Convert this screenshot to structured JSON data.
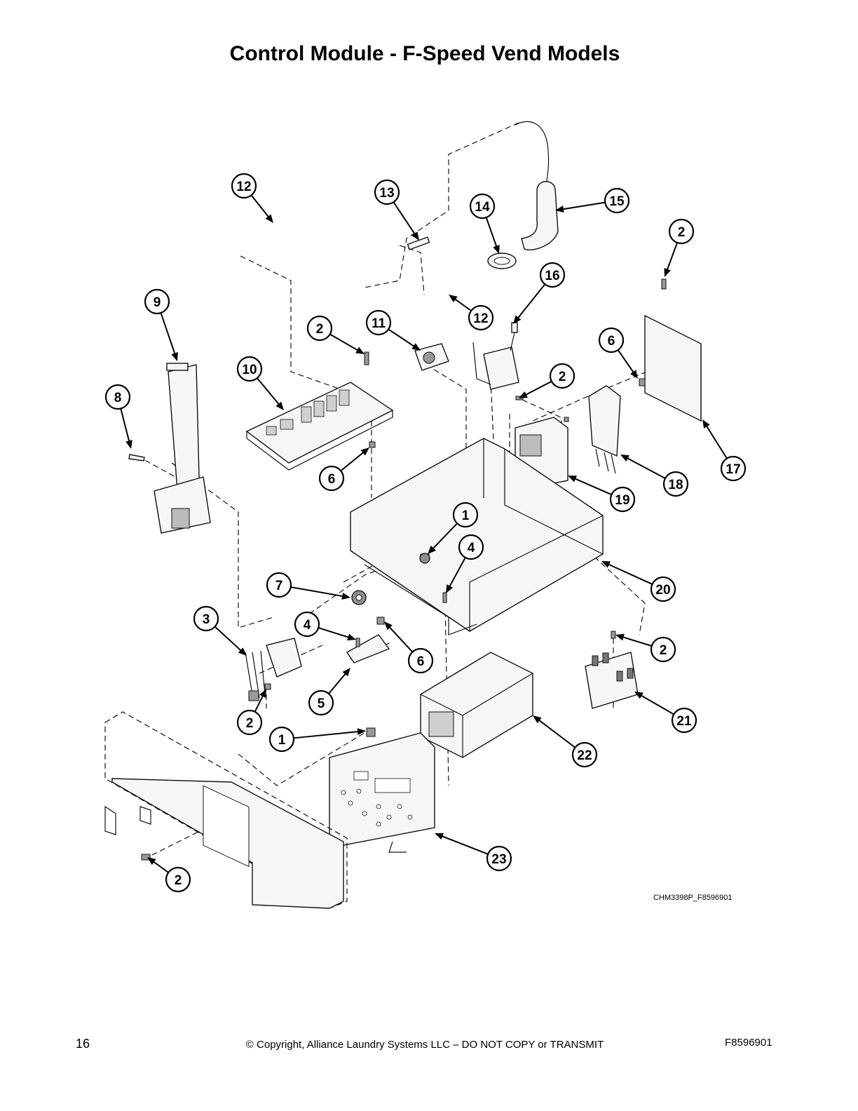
{
  "page": {
    "title": "Control Module - F-Speed Vend Models",
    "figure_code": "CHM3398P_F8596901",
    "footer": {
      "page_number": "16",
      "copyright": "© Copyright, Alliance Laundry Systems LLC – DO NOT COPY or TRANSMIT",
      "doc_code": "F8596901"
    }
  },
  "callouts": [
    {
      "id": "c12a",
      "label": "12"
    },
    {
      "id": "c13",
      "label": "13"
    },
    {
      "id": "c14",
      "label": "14"
    },
    {
      "id": "c15",
      "label": "15"
    },
    {
      "id": "c2a",
      "label": "2"
    },
    {
      "id": "c16",
      "label": "16"
    },
    {
      "id": "c9",
      "label": "9"
    },
    {
      "id": "c2b",
      "label": "2"
    },
    {
      "id": "c11",
      "label": "11"
    },
    {
      "id": "c12b",
      "label": "12"
    },
    {
      "id": "c6a",
      "label": "6"
    },
    {
      "id": "c10",
      "label": "10"
    },
    {
      "id": "c2c",
      "label": "2"
    },
    {
      "id": "c8",
      "label": "8"
    },
    {
      "id": "c6b",
      "label": "6"
    },
    {
      "id": "c17",
      "label": "17"
    },
    {
      "id": "c18",
      "label": "18"
    },
    {
      "id": "c19",
      "label": "19"
    },
    {
      "id": "c1a",
      "label": "1"
    },
    {
      "id": "c4a",
      "label": "4"
    },
    {
      "id": "c7",
      "label": "7"
    },
    {
      "id": "c20",
      "label": "20"
    },
    {
      "id": "c3",
      "label": "3"
    },
    {
      "id": "c4b",
      "label": "4"
    },
    {
      "id": "c6c",
      "label": "6"
    },
    {
      "id": "c2d",
      "label": "2"
    },
    {
      "id": "c5",
      "label": "5"
    },
    {
      "id": "c2e",
      "label": "2"
    },
    {
      "id": "c21",
      "label": "21"
    },
    {
      "id": "c1b",
      "label": "1"
    },
    {
      "id": "c22",
      "label": "22"
    },
    {
      "id": "c23",
      "label": "23"
    },
    {
      "id": "c2f",
      "label": "2"
    }
  ]
}
